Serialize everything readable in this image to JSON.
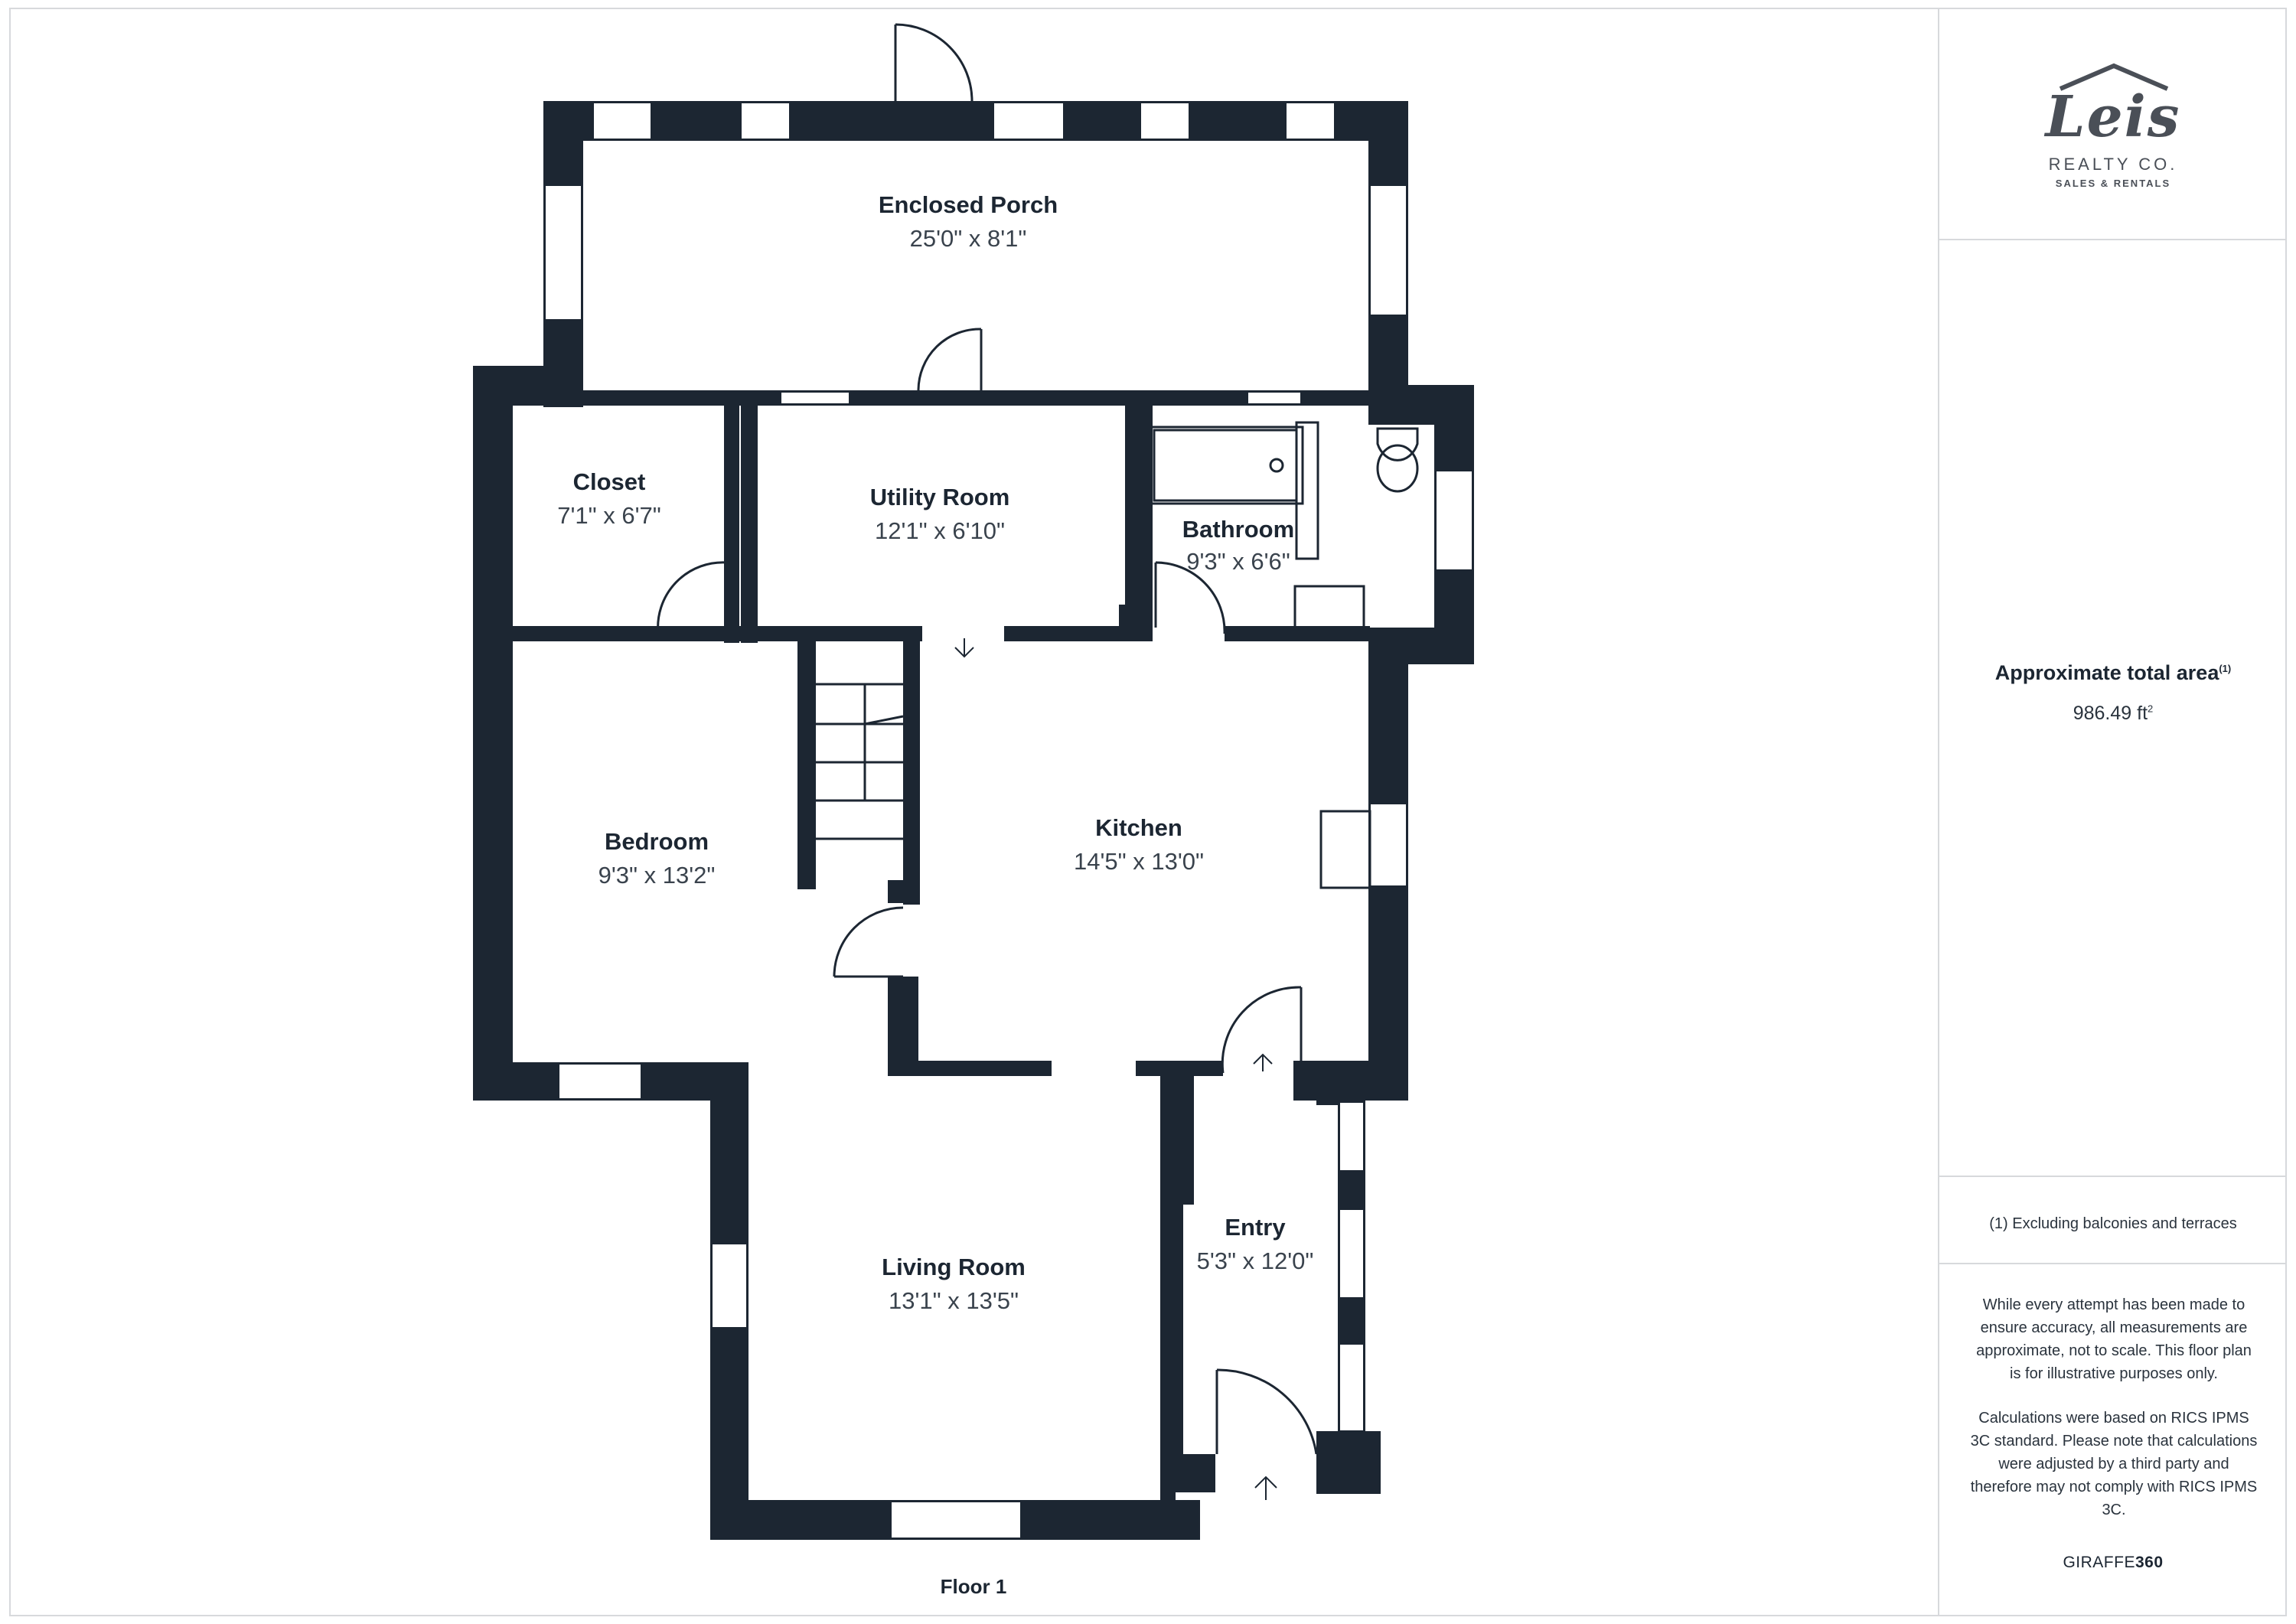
{
  "floor_label": "Floor 1",
  "rooms": [
    {
      "id": "enclosed-porch",
      "name": "Enclosed Porch",
      "dimensions": "25'0\" x 8'1\""
    },
    {
      "id": "closet",
      "name": "Closet",
      "dimensions": "7'1\" x 6'7\""
    },
    {
      "id": "utility-room",
      "name": "Utility Room",
      "dimensions": "12'1\" x 6'10\""
    },
    {
      "id": "bathroom",
      "name": "Bathroom",
      "dimensions": "9'3\" x 6'6\""
    },
    {
      "id": "bedroom",
      "name": "Bedroom",
      "dimensions": "9'3\" x 13'2\""
    },
    {
      "id": "kitchen",
      "name": "Kitchen",
      "dimensions": "14'5\" x 13'0\""
    },
    {
      "id": "living-room",
      "name": "Living Room",
      "dimensions": "13'1\" x 13'5\""
    },
    {
      "id": "entry",
      "name": "Entry",
      "dimensions": "5'3\" x 12'0\""
    }
  ],
  "logo": {
    "word": "Leis",
    "line1": "REALTY CO.",
    "line2": "SALES & RENTALS"
  },
  "area": {
    "title": "Approximate total area",
    "title_note": "(1)",
    "value": "986.49 ft",
    "unit_power": "2"
  },
  "footnote": "(1) Excluding balconies and terraces",
  "disclaimer": [
    "While every attempt has been made to ensure accuracy, all measurements are approximate, not to scale. This floor plan is for illustrative purposes only.",
    "Calculations were based on RICS IPMS 3C standard. Please note that calculations were adjusted by a third party and therefore may not comply with RICS IPMS 3C."
  ],
  "brand": {
    "prefix": "GIRAFFE",
    "suffix": "360"
  },
  "colors": {
    "wall": "#1c2632",
    "frame": "#d7d9dc",
    "text": "#1c2632"
  }
}
